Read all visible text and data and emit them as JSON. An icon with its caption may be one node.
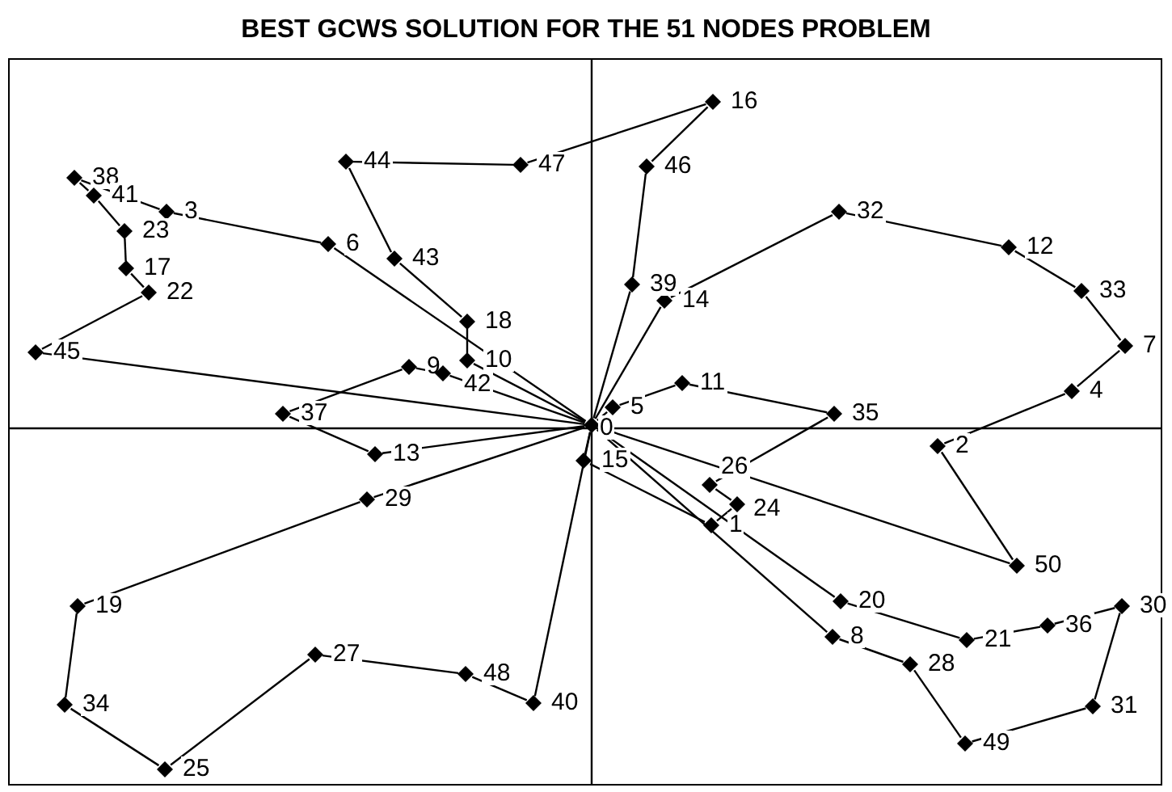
{
  "diagram": {
    "title": "BEST GCWS SOLUTION FOR THE 51 NODES PROBLEM",
    "nodes": [
      {
        "text": [],
        "shape": "diamond",
        "beside": [
          "0"
        ]
      },
      {
        "text": [],
        "shape": "diamond",
        "beside": [
          "1"
        ]
      },
      {
        "text": [],
        "shape": "diamond",
        "beside": [
          "2"
        ]
      },
      {
        "text": [],
        "shape": "diamond",
        "beside": [
          "3"
        ]
      },
      {
        "text": [],
        "shape": "diamond",
        "beside": [
          "4"
        ]
      },
      {
        "text": [],
        "shape": "diamond",
        "beside": [
          "5"
        ]
      },
      {
        "text": [],
        "shape": "diamond",
        "beside": [
          "6"
        ]
      },
      {
        "text": [],
        "shape": "diamond",
        "beside": [
          "7"
        ]
      },
      {
        "text": [],
        "shape": "diamond",
        "beside": [
          "8"
        ]
      },
      {
        "text": [],
        "shape": "diamond",
        "beside": [
          "9"
        ]
      },
      {
        "text": [],
        "shape": "diamond",
        "beside": [
          "10"
        ]
      },
      {
        "text": [],
        "shape": "diamond",
        "beside": [
          "11"
        ]
      },
      {
        "text": [],
        "shape": "diamond",
        "beside": [
          "12"
        ]
      },
      {
        "text": [],
        "shape": "diamond",
        "beside": [
          "13"
        ]
      },
      {
        "text": [],
        "shape": "diamond",
        "beside": [
          "14"
        ]
      },
      {
        "text": [],
        "shape": "diamond",
        "beside": [
          "15"
        ]
      },
      {
        "text": [],
        "shape": "diamond",
        "beside": [
          "16"
        ]
      },
      {
        "text": [],
        "shape": "diamond",
        "beside": [
          "17"
        ]
      },
      {
        "text": [],
        "shape": "diamond",
        "beside": [
          "18"
        ]
      },
      {
        "text": [],
        "shape": "diamond",
        "beside": [
          "19"
        ]
      },
      {
        "text": [],
        "shape": "diamond",
        "beside": [
          "20"
        ]
      },
      {
        "text": [],
        "shape": "diamond",
        "beside": [
          "21"
        ]
      },
      {
        "text": [],
        "shape": "diamond",
        "beside": [
          "22"
        ]
      },
      {
        "text": [],
        "shape": "diamond",
        "beside": [
          "23"
        ]
      },
      {
        "text": [],
        "shape": "diamond",
        "beside": [
          "24"
        ]
      },
      {
        "text": [],
        "shape": "diamond",
        "beside": [
          "25"
        ]
      },
      {
        "text": [],
        "shape": "diamond",
        "beside": [
          "26"
        ]
      },
      {
        "text": [],
        "shape": "diamond",
        "beside": [
          "27"
        ]
      },
      {
        "text": [],
        "shape": "diamond",
        "beside": [
          "28"
        ]
      },
      {
        "text": [],
        "shape": "diamond",
        "beside": [
          "29"
        ]
      },
      {
        "text": [],
        "shape": "diamond",
        "beside": [
          "30"
        ]
      },
      {
        "text": [],
        "shape": "diamond",
        "beside": [
          "31"
        ]
      },
      {
        "text": [],
        "shape": "diamond",
        "beside": [
          "32"
        ]
      },
      {
        "text": [],
        "shape": "diamond",
        "beside": [
          "33"
        ]
      },
      {
        "text": [],
        "shape": "diamond",
        "beside": [
          "34"
        ]
      },
      {
        "text": [],
        "shape": "diamond",
        "beside": [
          "35"
        ]
      },
      {
        "text": [],
        "shape": "diamond",
        "beside": [
          "36"
        ]
      },
      {
        "text": [],
        "shape": "diamond",
        "beside": [
          "37"
        ]
      },
      {
        "text": [],
        "shape": "diamond",
        "beside": [
          "38"
        ]
      },
      {
        "text": [],
        "shape": "diamond",
        "beside": [
          "39"
        ]
      },
      {
        "text": [],
        "shape": "diamond",
        "beside": [
          "40"
        ]
      },
      {
        "text": [],
        "shape": "diamond",
        "beside": [
          "41"
        ]
      },
      {
        "text": [],
        "shape": "diamond",
        "beside": [
          "42"
        ]
      },
      {
        "text": [],
        "shape": "diamond",
        "beside": [
          "43"
        ]
      },
      {
        "text": [],
        "shape": "diamond",
        "beside": [
          "44"
        ]
      },
      {
        "text": [],
        "shape": "diamond",
        "beside": [
          "45"
        ]
      },
      {
        "text": [],
        "shape": "diamond",
        "beside": [
          "46"
        ]
      },
      {
        "text": [],
        "shape": "diamond",
        "beside": [
          "47"
        ]
      },
      {
        "text": [],
        "shape": "diamond",
        "beside": [
          "48"
        ]
      },
      {
        "text": [],
        "shape": "diamond",
        "beside": [
          "49"
        ]
      },
      {
        "text": [],
        "shape": "diamond",
        "beside": [
          "50"
        ]
      }
    ],
    "edges": [
      {
        "from": 0,
        "to": 15,
        "arrow": "none"
      },
      {
        "from": 15,
        "to": 1,
        "arrow": "none"
      },
      {
        "from": 1,
        "to": 24,
        "arrow": "none"
      },
      {
        "from": 24,
        "to": 26,
        "arrow": "none"
      },
      {
        "from": 26,
        "to": 35,
        "arrow": "none"
      },
      {
        "from": 35,
        "to": 11,
        "arrow": "none"
      },
      {
        "from": 11,
        "to": 5,
        "arrow": "none"
      },
      {
        "from": 5,
        "to": 0,
        "arrow": "none"
      },
      {
        "from": 0,
        "to": 8,
        "arrow": "none"
      },
      {
        "from": 8,
        "to": 28,
        "arrow": "none"
      },
      {
        "from": 28,
        "to": 49,
        "arrow": "none"
      },
      {
        "from": 49,
        "to": 31,
        "arrow": "none"
      },
      {
        "from": 31,
        "to": 30,
        "arrow": "none"
      },
      {
        "from": 30,
        "to": 36,
        "arrow": "none"
      },
      {
        "from": 36,
        "to": 21,
        "arrow": "none"
      },
      {
        "from": 21,
        "to": 20,
        "arrow": "none"
      },
      {
        "from": 20,
        "to": 0,
        "arrow": "none"
      },
      {
        "from": 0,
        "to": 50,
        "arrow": "none"
      },
      {
        "from": 50,
        "to": 2,
        "arrow": "none"
      },
      {
        "from": 2,
        "to": 4,
        "arrow": "none"
      },
      {
        "from": 4,
        "to": 7,
        "arrow": "none"
      },
      {
        "from": 7,
        "to": 33,
        "arrow": "none"
      },
      {
        "from": 33,
        "to": 12,
        "arrow": "none"
      },
      {
        "from": 12,
        "to": 32,
        "arrow": "none"
      },
      {
        "from": 32,
        "to": 14,
        "arrow": "none"
      },
      {
        "from": 14,
        "to": 0,
        "arrow": "none"
      },
      {
        "from": 0,
        "to": 39,
        "arrow": "none"
      },
      {
        "from": 39,
        "to": 46,
        "arrow": "none"
      },
      {
        "from": 46,
        "to": 16,
        "arrow": "none"
      },
      {
        "from": 16,
        "to": 47,
        "arrow": "none"
      },
      {
        "from": 47,
        "to": 44,
        "arrow": "none"
      },
      {
        "from": 44,
        "to": 43,
        "arrow": "none"
      },
      {
        "from": 43,
        "to": 18,
        "arrow": "none"
      },
      {
        "from": 18,
        "to": 10,
        "arrow": "none"
      },
      {
        "from": 10,
        "to": 0,
        "arrow": "none"
      },
      {
        "from": 0,
        "to": 42,
        "arrow": "none"
      },
      {
        "from": 42,
        "to": 9,
        "arrow": "none"
      },
      {
        "from": 9,
        "to": 37,
        "arrow": "none"
      },
      {
        "from": 37,
        "to": 13,
        "arrow": "none"
      },
      {
        "from": 13,
        "to": 0,
        "arrow": "none"
      },
      {
        "from": 0,
        "to": 6,
        "arrow": "none"
      },
      {
        "from": 6,
        "to": 3,
        "arrow": "none"
      },
      {
        "from": 3,
        "to": 38,
        "arrow": "none"
      },
      {
        "from": 38,
        "to": 41,
        "arrow": "none"
      },
      {
        "from": 41,
        "to": 23,
        "arrow": "none"
      },
      {
        "from": 23,
        "to": 17,
        "arrow": "none"
      },
      {
        "from": 17,
        "to": 22,
        "arrow": "none"
      },
      {
        "from": 22,
        "to": 45,
        "arrow": "none"
      },
      {
        "from": 45,
        "to": 0,
        "arrow": "none"
      },
      {
        "from": 0,
        "to": 40,
        "arrow": "none"
      },
      {
        "from": 40,
        "to": 48,
        "arrow": "none"
      },
      {
        "from": 48,
        "to": 27,
        "arrow": "none"
      },
      {
        "from": 27,
        "to": 25,
        "arrow": "none"
      },
      {
        "from": 25,
        "to": 34,
        "arrow": "none"
      },
      {
        "from": 34,
        "to": 19,
        "arrow": "none"
      },
      {
        "from": 19,
        "to": 29,
        "arrow": "none"
      },
      {
        "from": 29,
        "to": 0,
        "arrow": "none"
      }
    ]
  }
}
